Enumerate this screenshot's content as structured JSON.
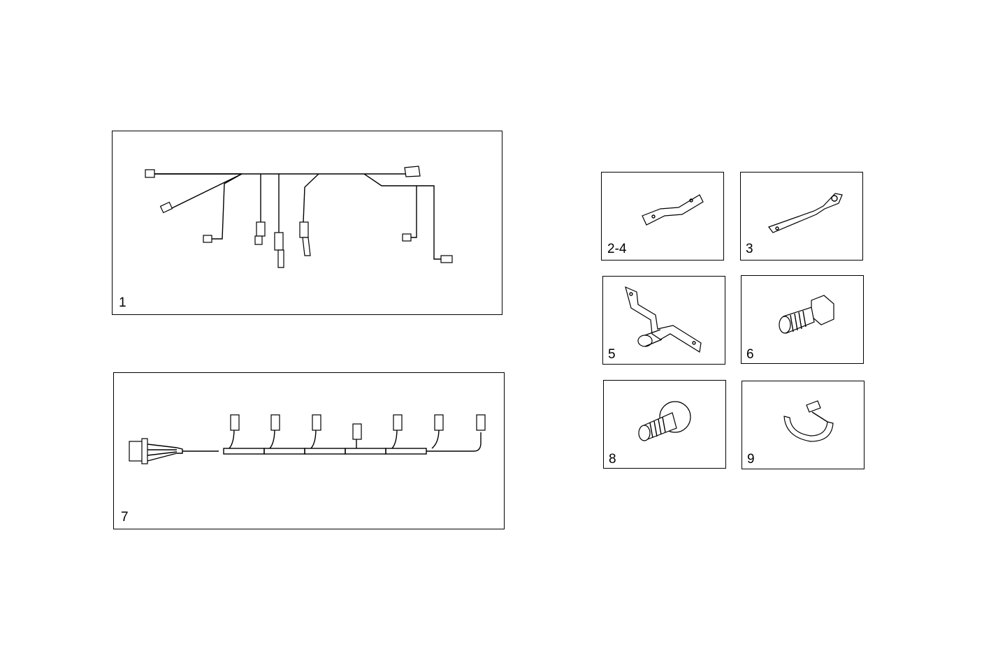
{
  "parts": [
    {
      "id": "harness-main",
      "label": "1"
    },
    {
      "id": "bracket-a",
      "label": "2-4"
    },
    {
      "id": "bracket-b",
      "label": "3"
    },
    {
      "id": "bracket-c",
      "label": "5"
    },
    {
      "id": "hex-bolt",
      "label": "6"
    },
    {
      "id": "injector-harness",
      "label": "7"
    },
    {
      "id": "flange-bolt",
      "label": "8"
    },
    {
      "id": "cable-tie",
      "label": "9"
    }
  ],
  "icons": {
    "harness-main": "wire-harness-icon",
    "bracket-a": "flat-bracket-icon",
    "bracket-b": "strap-bracket-icon",
    "bracket-c": "bent-bracket-icon",
    "hex-bolt": "hex-bolt-icon",
    "injector-harness": "connector-harness-icon",
    "flange-bolt": "flange-bolt-icon",
    "cable-tie": "cable-tie-icon"
  }
}
